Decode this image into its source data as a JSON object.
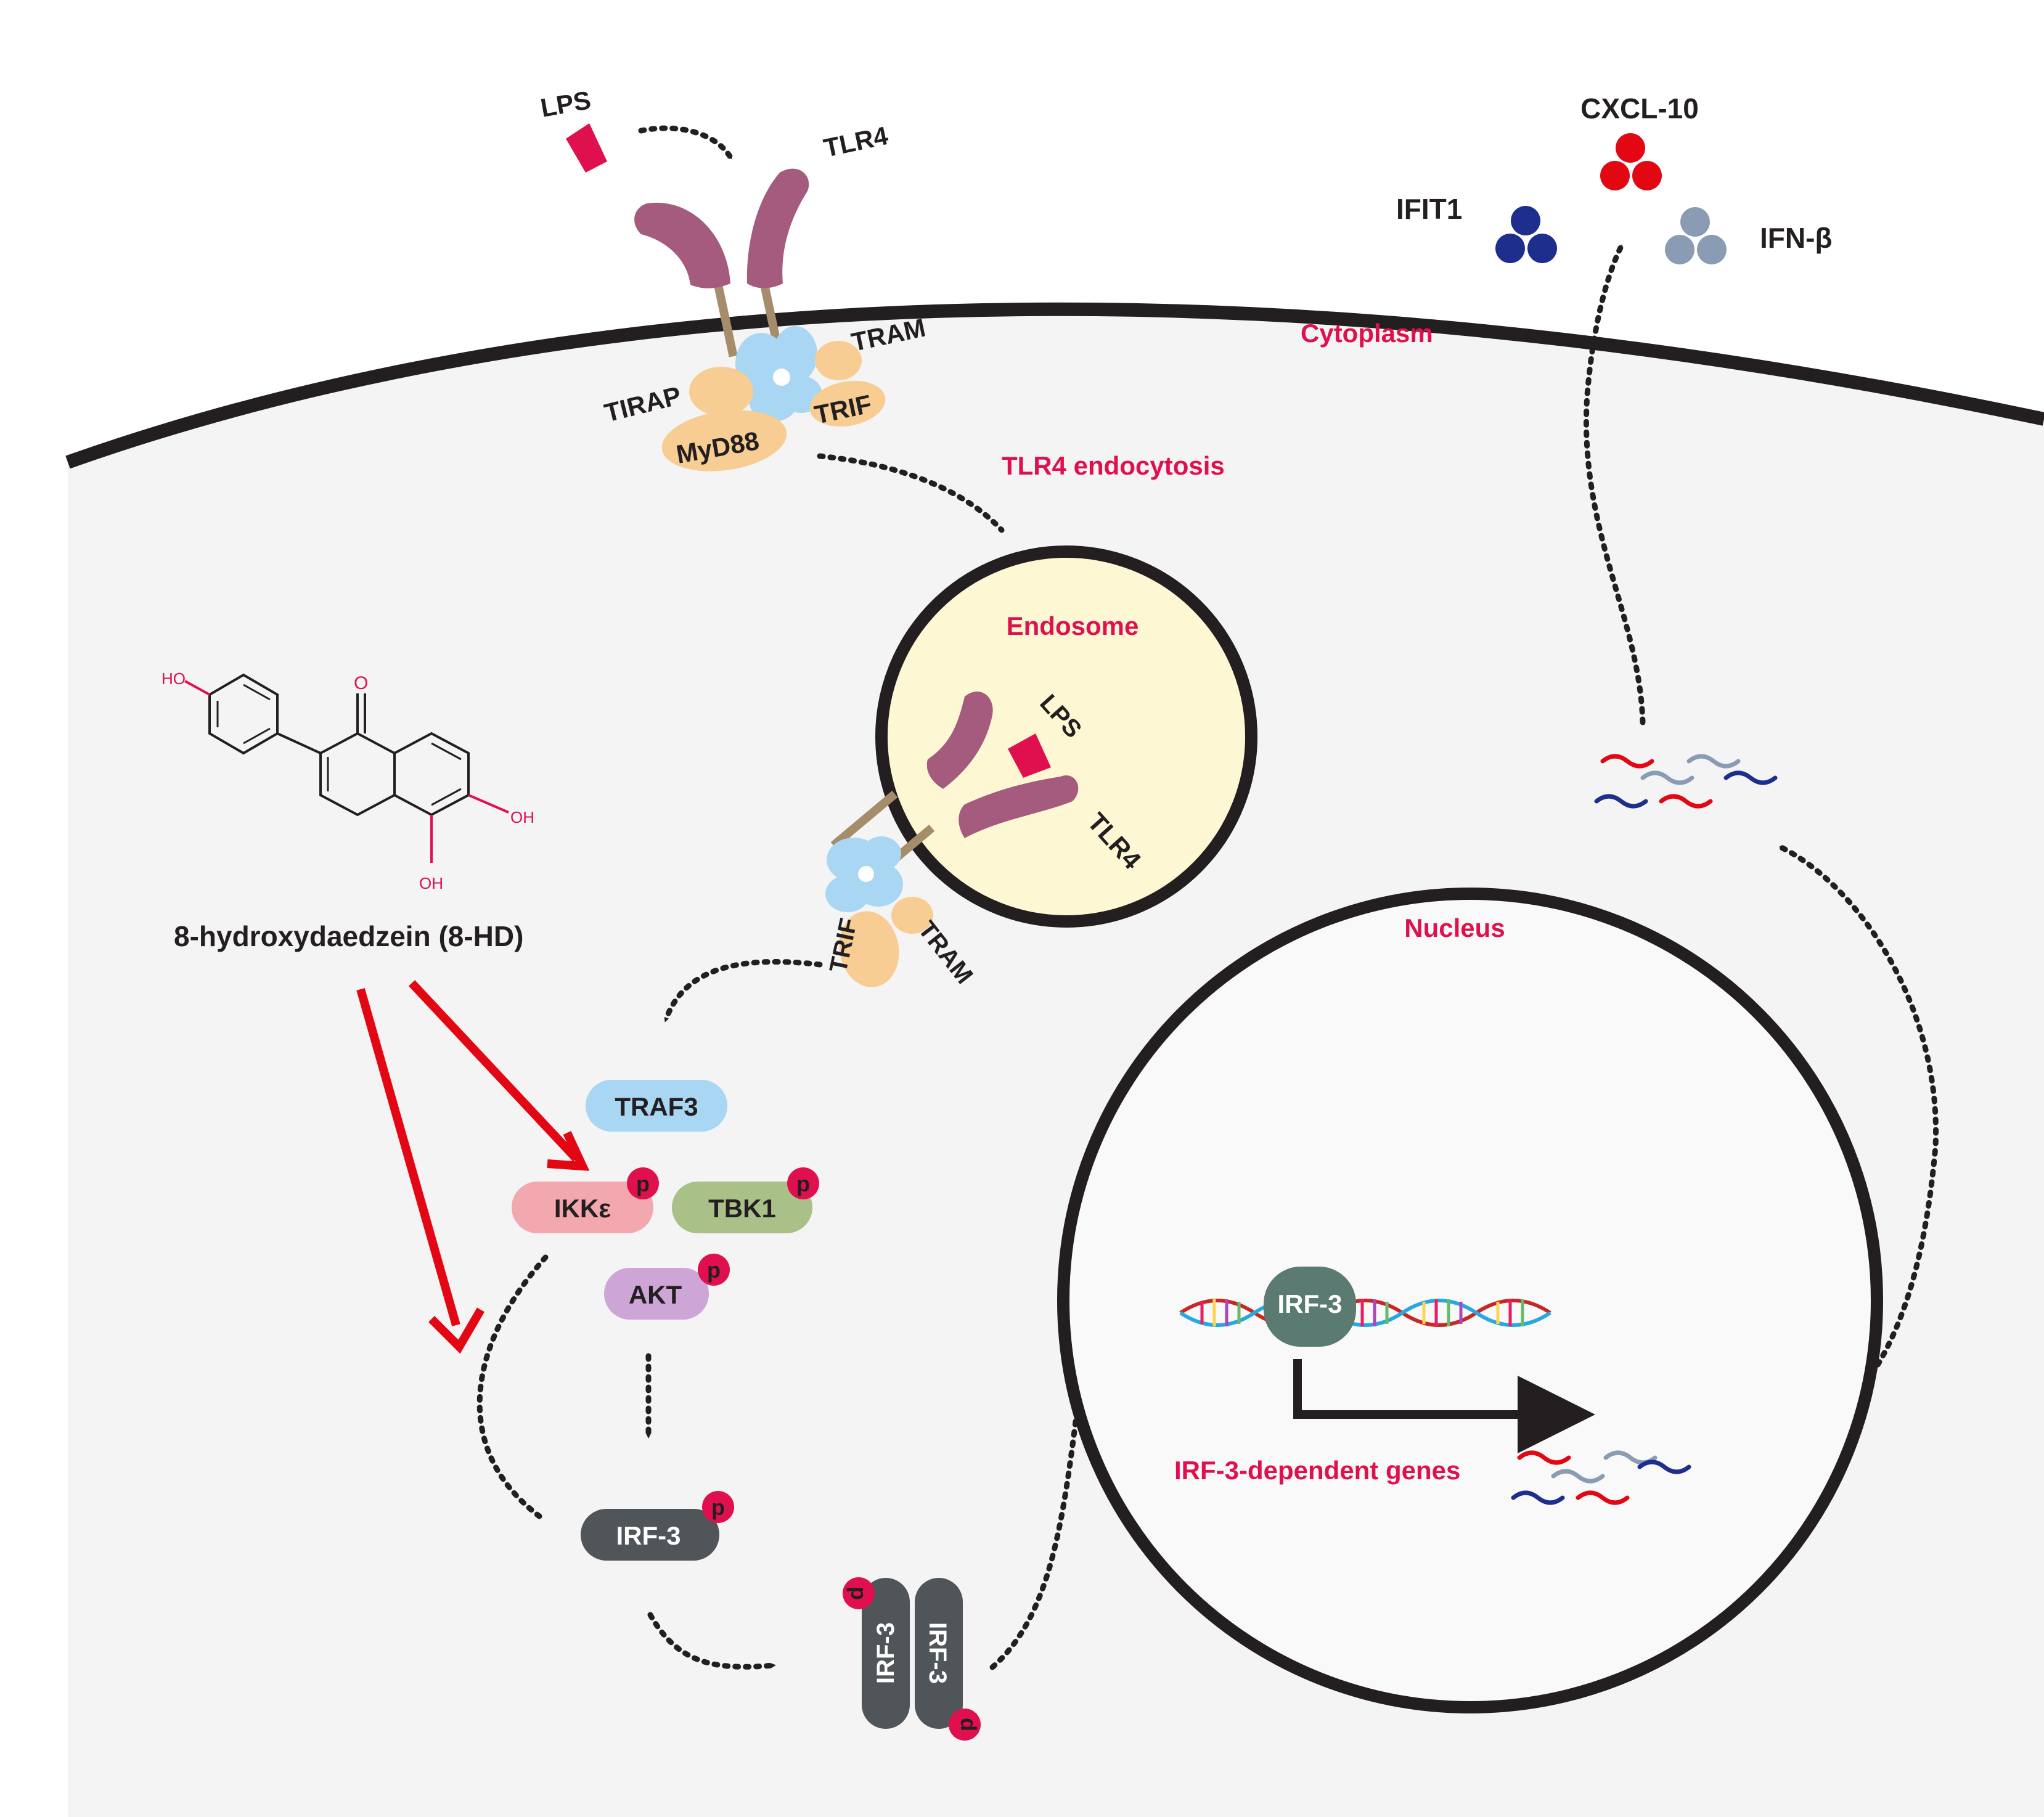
{
  "labels": {
    "lps_top": "LPS",
    "tlr4_top": "TLR4",
    "tram_top": "TRAM",
    "tirap": "TIRAP",
    "trif_top": "TRIF",
    "myd88": "MyD88",
    "cytoplasm": "Cytoplasm",
    "tlr4_endocytosis": "TLR4 endocytosis",
    "endosome": "Endosome",
    "lps_endo": "LPS",
    "tlr4_endo": "TLR4",
    "trif_endo": "TRIF",
    "tram_endo": "TRAM",
    "cxcl10": "CXCL-10",
    "ifit1": "IFIT1",
    "ifnb": "IFN-β",
    "compound": "8-hydroxydaedzein (8-HD)",
    "chem_ho": "HO",
    "chem_o": "O",
    "chem_oh1": "OH",
    "chem_oh2": "OH",
    "traf3": "TRAF3",
    "ikke": "IKKε",
    "tbk1": "TBK1",
    "akt": "AKT",
    "irf3": "IRF-3",
    "irf3_dimer_a": "IRF-3",
    "irf3_dimer_b": "IRF-3",
    "nucleus": "Nucleus",
    "irf3_dna": "IRF-3",
    "irf3_genes": "IRF-3-dependent genes",
    "p": "p"
  },
  "colors": {
    "membrane": "#231f20",
    "cell_fill": "#f4f4f4",
    "tlr4": "#a45b7e",
    "stalk": "#a58d6c",
    "adaptor_blue": "#a9d7f3",
    "adaptor_peach": "#f7cd94",
    "endosome_fill": "#fdf8d3",
    "accent_red": "#e0104f",
    "inhibit_red": "#e30613",
    "traf3": "#a9d6f3",
    "ikke": "#f3a7ae",
    "tbk1": "#a9c088",
    "akt": "#cda5d6",
    "irf3_dark": "#4f5559",
    "irf3_teal": "#5b7a72",
    "cxcl10": "#e30613",
    "ifit1": "#1d2e8c",
    "ifnb": "#8a9cb3"
  }
}
